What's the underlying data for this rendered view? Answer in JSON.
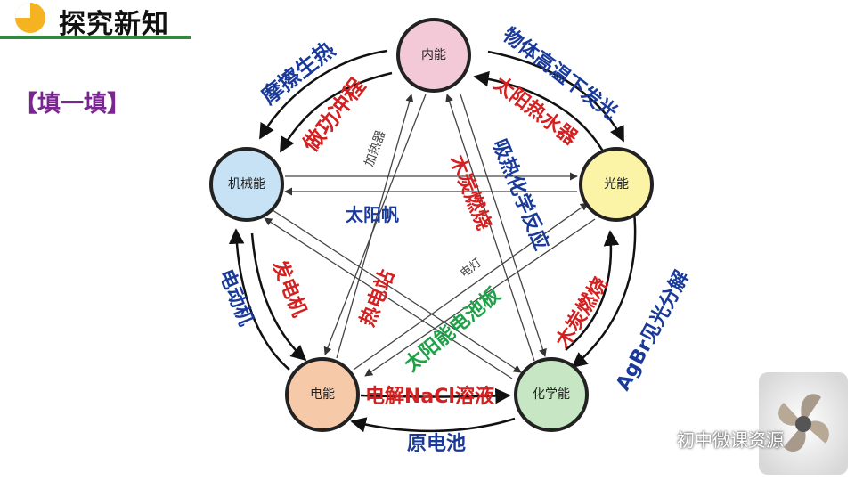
{
  "header": {
    "title": "探究新知"
  },
  "section_label": "【填一填】",
  "nodes": {
    "internal": "内能",
    "mechanical": "机械能",
    "light": "光能",
    "electric": "电能",
    "chemical": "化学能"
  },
  "labels": {
    "friction": "摩擦生热",
    "work_stroke": "做功冲程",
    "heater": "加热器",
    "incandescent": "物体高温下发光",
    "solar_water_heater": "太阳热水器",
    "solar_sail": "太阳帆",
    "charcoal_burn_center": "木炭燃烧",
    "endothermic_reaction": "吸热化学反应",
    "lamp": "电灯",
    "electric_motor": "电动机",
    "generator": "发电机",
    "thermal_power": "热电站",
    "solar_panel": "太阳能电池板",
    "charcoal_burn_right": "木炭燃烧",
    "agbr": "AgBr见光分解",
    "electrolysis": "电解NaCl溶液",
    "battery": "原电池"
  },
  "colors": {
    "blue": "#1a3a9a",
    "red": "#d42020",
    "green": "#1fa049",
    "gray": "#555555",
    "header_line": "#2e8b3d",
    "section_label": "#7a2690",
    "internal_fill": "#f3c9d8",
    "mechanical_fill": "#c6e2f4",
    "light_fill": "#fbf4a6",
    "electric_fill": "#f6c9a8",
    "chemical_fill": "#c7e7c4"
  },
  "watermark": {
    "text": "初中微课资源"
  },
  "icons": {
    "header": "pie-chart-icon",
    "watermark_logo": "wechat-logo-icon"
  }
}
